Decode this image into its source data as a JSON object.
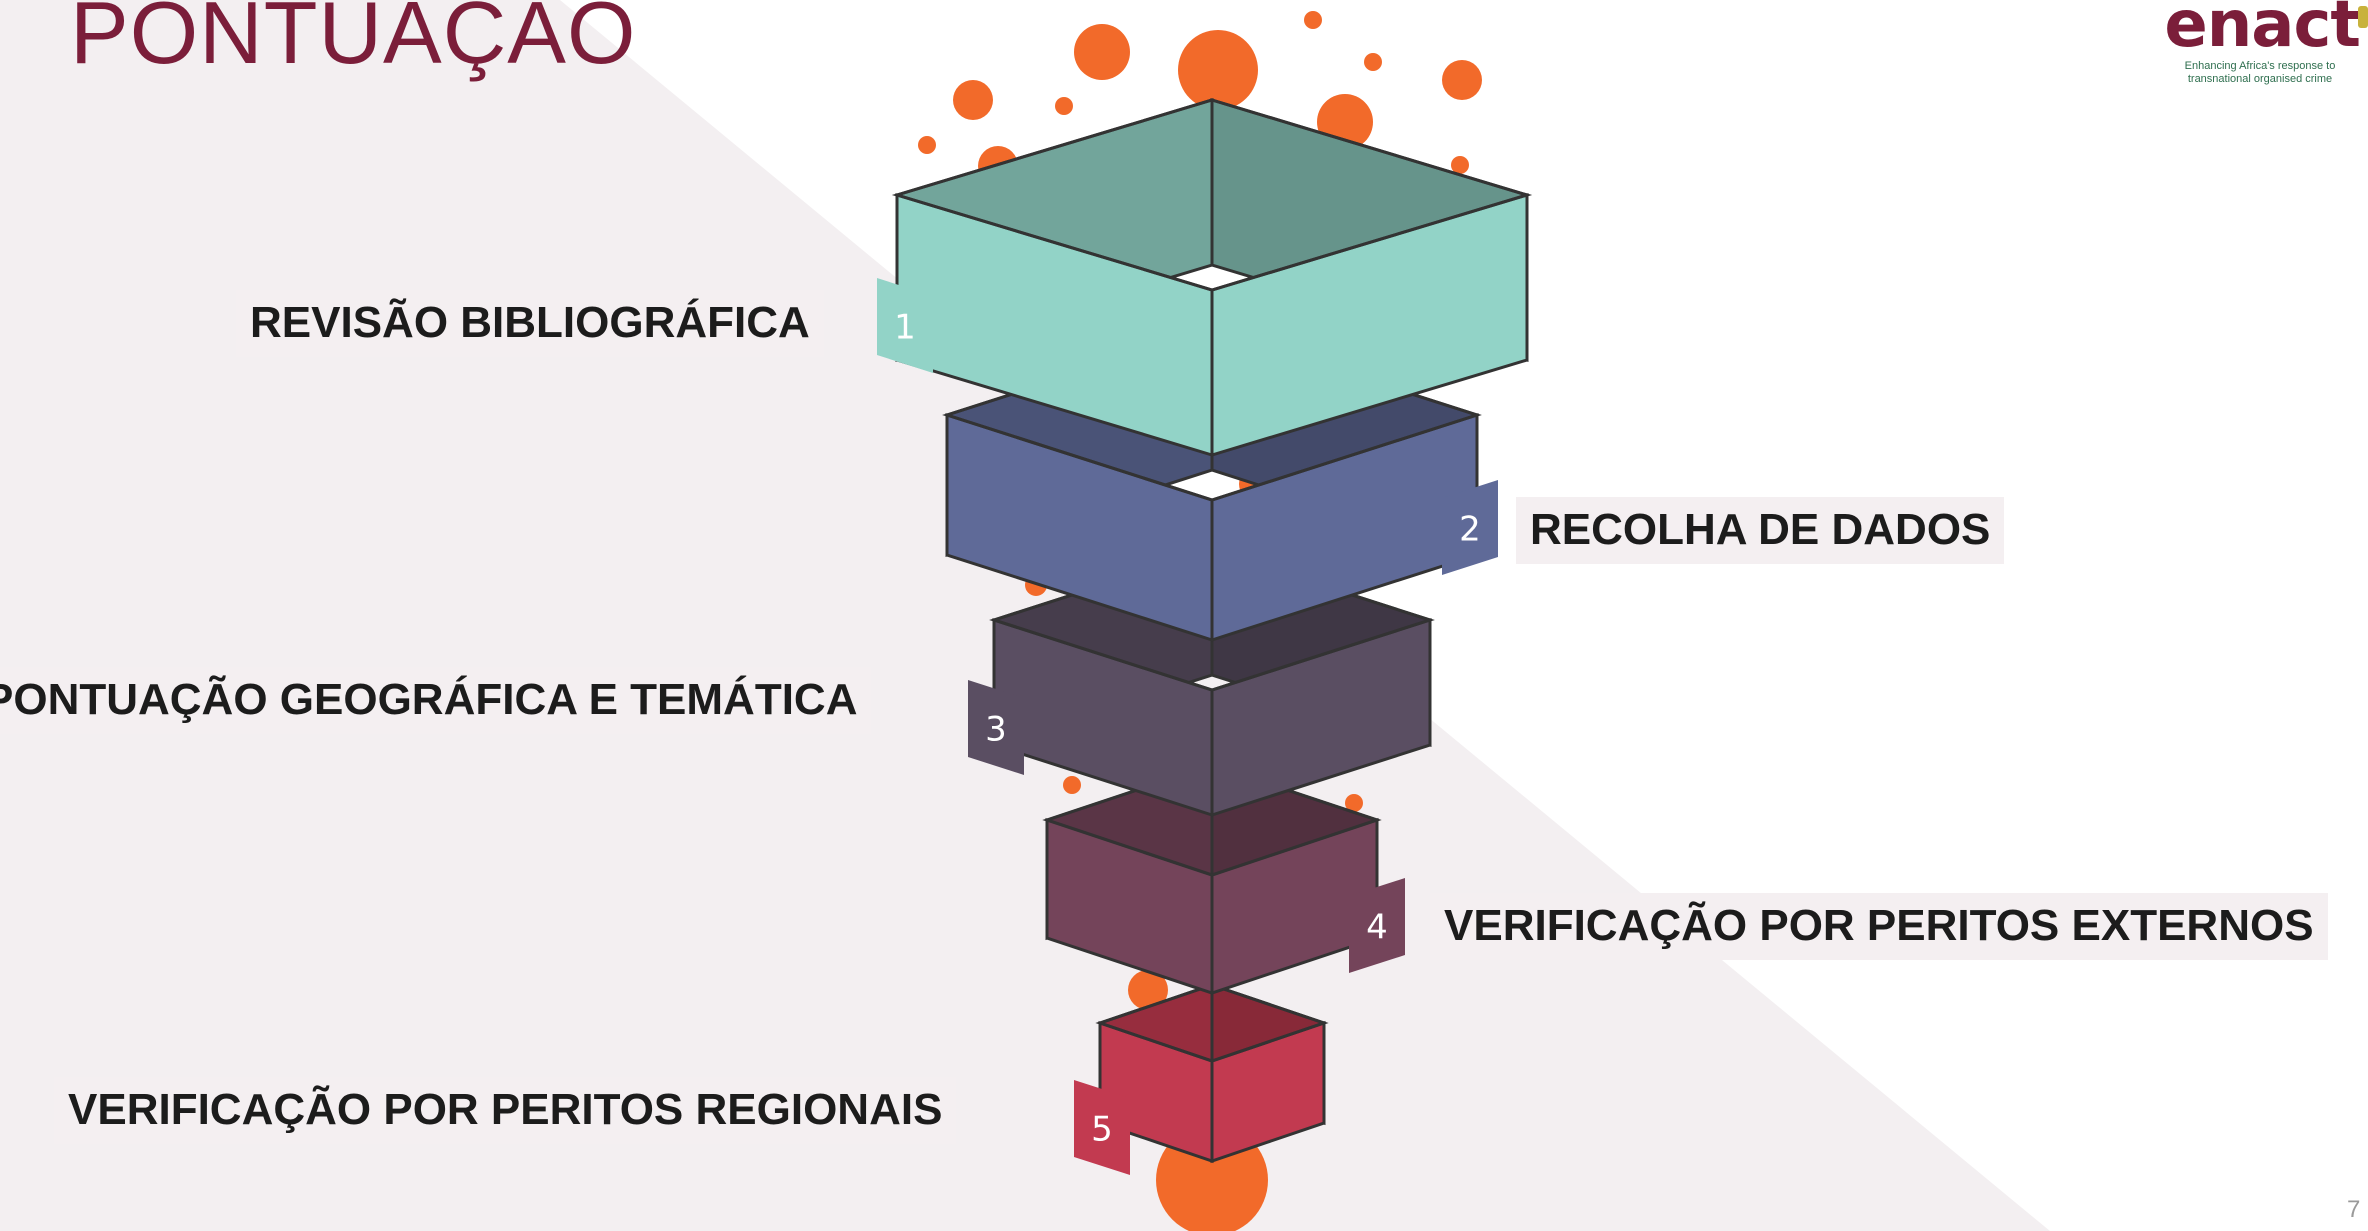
{
  "slide": {
    "title": "PONTUAÇÃO",
    "page_number": "7"
  },
  "logo": {
    "word": "enact",
    "tagline_line1": "Enhancing Africa's response to",
    "tagline_line2": "transnational organised crime"
  },
  "steps": [
    {
      "number": "1",
      "label": "REVISÃO BIBLIOGRÁFICA",
      "color": "#92d3c7"
    },
    {
      "number": "2",
      "label": "RECOLHA DE DADOS",
      "color": "#5f6a98"
    },
    {
      "number": "3",
      "label": "PONTUAÇÃO GEOGRÁFICA E TEMÁTICA",
      "color": "#5a4e62"
    },
    {
      "number": "4",
      "label": "VERIFICAÇÃO POR PERITOS EXTERNOS",
      "color": "#74445a"
    },
    {
      "number": "5",
      "label": "VERIFICAÇÃO POR PERITOS REGIONAIS",
      "color": "#c23a50"
    }
  ],
  "colors": {
    "accent_orange": "#f26a2a",
    "title": "#7b1e3a",
    "background_band": "#f3eff1"
  }
}
